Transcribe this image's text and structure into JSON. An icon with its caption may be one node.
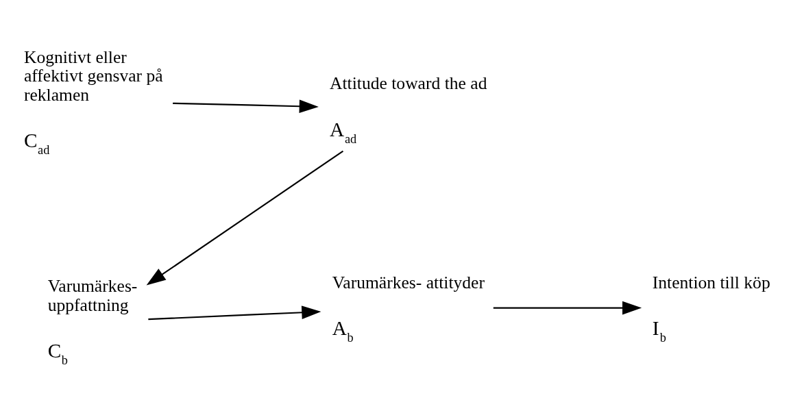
{
  "diagram": {
    "nodes": [
      {
        "text": [
          "Kognitivt eller affektivt gensvar på reklamen",
          "C$_{ad}$"
        ]
      },
      {
        "text": [
          "Attitude toward the ad",
          "A$_{ad}$"
        ]
      },
      {
        "text": [
          "Varumärkes- uppfattning",
          "C$_{b}$"
        ]
      },
      {
        "text": [
          "Varumärkes- attityder",
          "A$_{b}$"
        ]
      },
      {
        "text": [
          "Intention till köp",
          "I$_{b}$"
        ]
      }
    ],
    "edges": [
      {
        "from": 0,
        "to": 1,
        "arrow": "to"
      },
      {
        "from": 1,
        "to": 2,
        "arrow": "to"
      },
      {
        "from": 2,
        "to": 3,
        "arrow": "to"
      },
      {
        "from": 3,
        "to": 4,
        "arrow": "to"
      }
    ]
  }
}
